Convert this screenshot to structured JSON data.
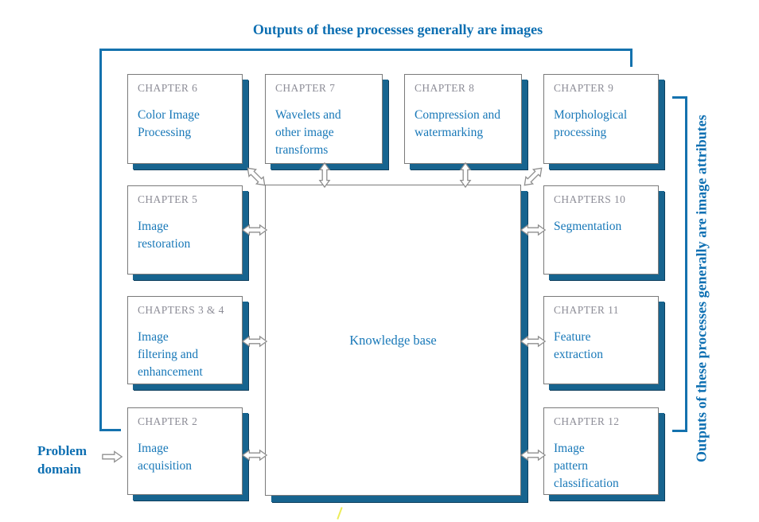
{
  "captions": {
    "top": "Outputs of these processes generally are images",
    "right": "Outputs of these processes generally are image attributes",
    "problem_domain": "Problem\ndomain"
  },
  "knowledge_base": {
    "label": "Knowledge base"
  },
  "boxes": [
    {
      "chapter": "CHAPTER 6",
      "title": "Color Image\nProcessing"
    },
    {
      "chapter": "CHAPTER 5",
      "title": "Image\nrestoration"
    },
    {
      "chapter": "CHAPTERS 3 & 4",
      "title": "Image\nfiltering and\nenhancement"
    },
    {
      "chapter": "CHAPTER 2",
      "title": "Image\nacquisition"
    },
    {
      "chapter": "CHAPTER 7",
      "title": "Wavelets and\nother image\ntransforms"
    },
    {
      "chapter": "CHAPTER 8",
      "title": "Compression and\nwatermarking"
    },
    {
      "chapter": "CHAPTER 9",
      "title": "Morphological\nprocessing"
    },
    {
      "chapter": "CHAPTERS 10",
      "title": "Segmentation"
    },
    {
      "chapter": "CHAPTER 11",
      "title": "Feature\nextraction"
    },
    {
      "chapter": "CHAPTER 12",
      "title": "Image\npattern\nclassification"
    }
  ],
  "colors": {
    "caption_blue": "#0d6fb2",
    "body_blue": "#1878b8",
    "chapter_gray": "#8d8d97",
    "box_border_gray": "#7a7a7a",
    "shadow_blue": "#17648f",
    "bracket_blue": "#1472ae",
    "arrow_outline_gray": "#8f8f8f",
    "stray_mark_yellow": "#ecec5a"
  }
}
